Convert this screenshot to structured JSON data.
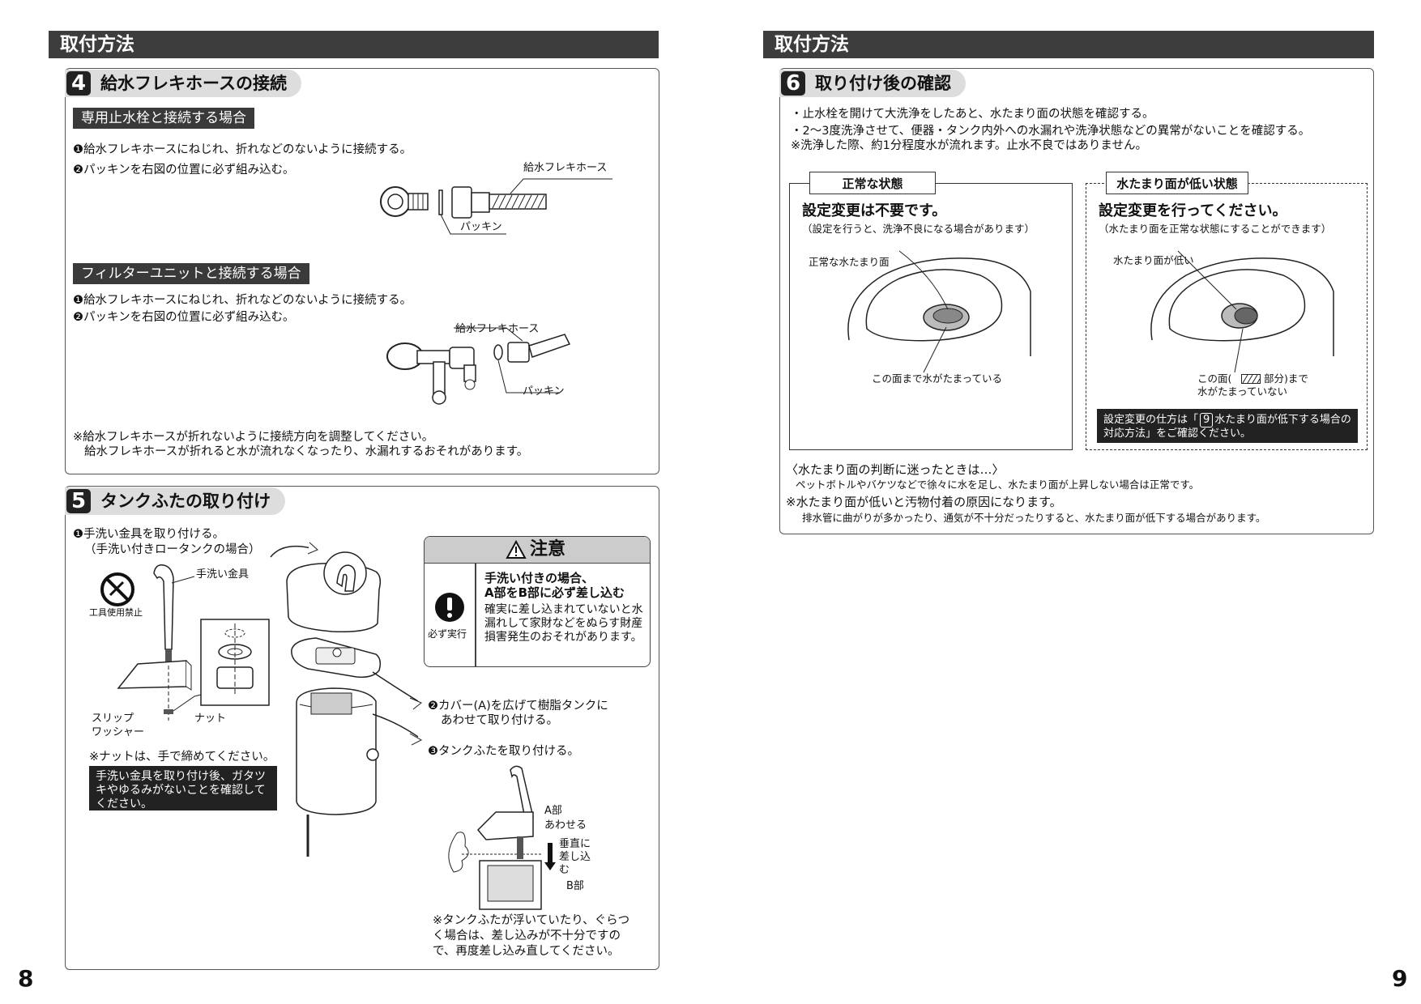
{
  "pages": {
    "left": {
      "header": "取付方法",
      "page_number": "8",
      "section4": {
        "number": "4",
        "title": "給水フレキホースの接続",
        "sub1": {
          "title": "専用止水栓と接続する場合",
          "step1": "❶給水フレキホースにねじれ、折れなどのないように接続する。",
          "step2": "❷パッキンを右図の位置に必ず組み込む。",
          "label_hose": "給水フレキホース",
          "label_packing": "パッキン"
        },
        "sub2": {
          "title": "フィルターユニットと接続する場合",
          "step1": "❶給水フレキホースにねじれ、折れなどのないように接続する。",
          "step2": "❷パッキンを右図の位置に必ず組み込む。",
          "label_hose": "給水フレキホース",
          "label_packing": "パッキン"
        },
        "note_line1": "※給水フレキホースが折れないように接続方向を調整してください。",
        "note_line2": "給水フレキホースが折れると水が流れなくなったり、水漏れするおそれがあります。"
      },
      "section5": {
        "number": "5",
        "title": "タンクふたの取り付け",
        "step1_line1": "❶手洗い金具を取り付ける。",
        "step1_line2": "（手洗い付きロータンクの場合）",
        "label_tool_prohibited": "工具使用禁止",
        "label_faucet": "手洗い金具",
        "label_slip_washer_1": "スリップ",
        "label_slip_washer_2": "ワッシャー",
        "label_nut": "ナット",
        "note_nut": "※ナットは、手で締めてください。",
        "black_note": "手洗い金具を取り付け後、ガタツキやゆるみがないことを確認してください。",
        "caution": {
          "title": "注意",
          "must_label": "必ず実行",
          "headline_1": "手洗い付きの場合、",
          "headline_2": "A部をB部に必ず差し込む",
          "body": "確実に差し込まれていないと水漏れして家財などをぬらす財産損害発生のおそれがあります。"
        },
        "step2_line1": "❷カバー(A)を広げて樹脂タンクに",
        "step2_line2": "あわせて取り付ける。",
        "step3": "❸タンクふたを取り付ける。",
        "label_a_part": "A部",
        "label_align": "あわせる",
        "label_vertical_1": "垂直に",
        "label_vertical_2": "差し込",
        "label_vertical_3": "む",
        "label_b_part": "B部",
        "note_float": "※タンクふたが浮いていたり、ぐらつく場合は、差し込みが不十分ですので、再度差し込み直してください。"
      }
    },
    "right": {
      "header": "取付方法",
      "page_number": "9",
      "section6": {
        "number": "6",
        "title": "取り付け後の確認",
        "bullet1": "・止水栓を開けて大洗浄をしたあと、水たまり面の状態を確認する。",
        "bullet2": "・2～3度洗浄させて、便器・タンク内外への水漏れや洗浄状態などの異常がないことを確認する。",
        "note": "※洗浄した際、約1分程度水が流れます。止水不良ではありません。",
        "normal": {
          "label": "正常な状態",
          "headline": "設定変更は不要です。",
          "sub": "（設定を行うと、洗浄不良になる場合があります）",
          "diagram_label": "正常な水たまり面",
          "bottom_label": "この面まで水がたまっている"
        },
        "low": {
          "label": "水たまり面が低い状態",
          "headline": "設定変更を行ってください。",
          "sub": "（水たまり面を正常な状態にすることができます）",
          "diagram_label": "水たまり面が低い",
          "bottom_label_1": "この面(",
          "bottom_label_2": "部分)まで",
          "bottom_label_3": "水がたまっていない",
          "black_note_1": "設定変更の仕方は「",
          "ref_num": "9",
          "black_note_2": "水たまり面が低下する場合の",
          "black_note_3": "対応方法」をご確認ください。"
        },
        "doubt_title": "〈水たまり面の判断に迷ったときは…〉",
        "doubt_body": "ペットボトルやバケツなどで徐々に水を足し、水たまり面が上昇しない場合は正常です。",
        "low_title": "※水たまり面が低いと汚物付着の原因になります。",
        "low_body": "排水管に曲がりが多かったり、通気が不十分だったりすると、水たまり面が低下する場合があります。"
      }
    }
  }
}
